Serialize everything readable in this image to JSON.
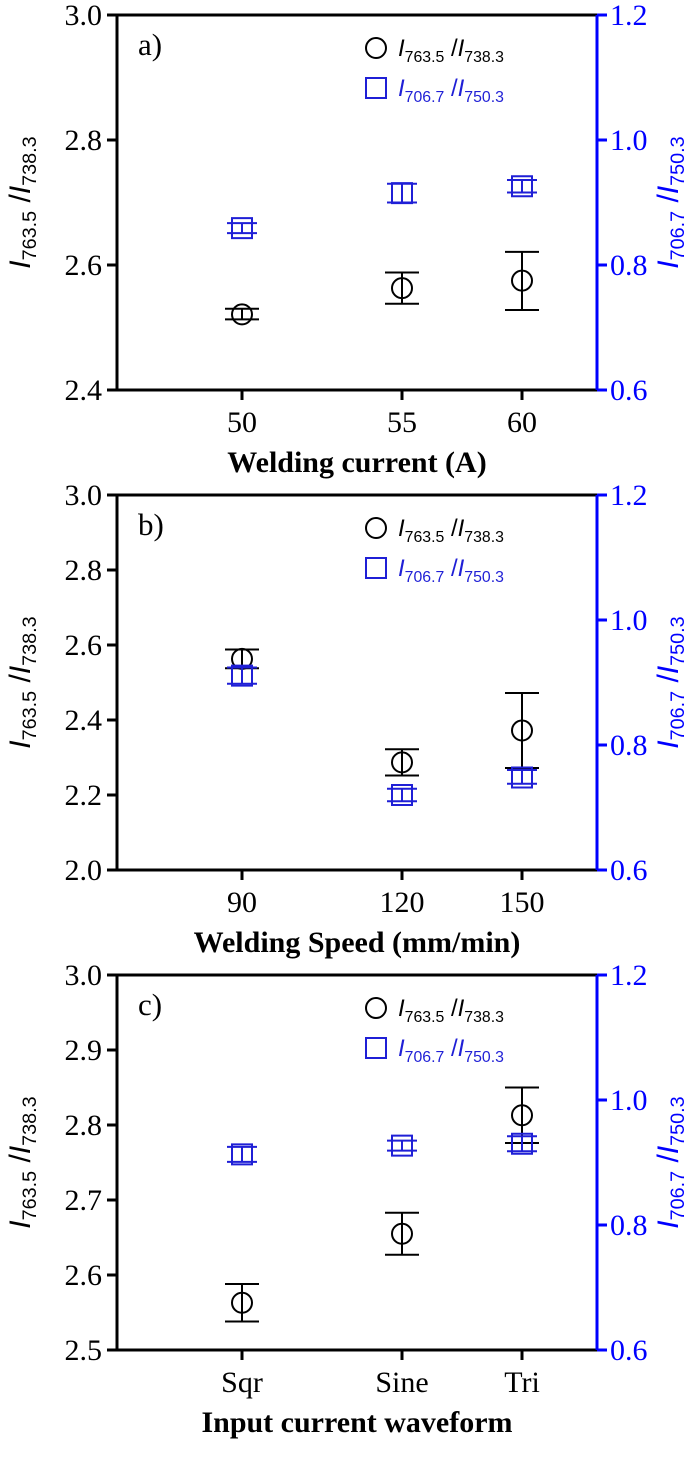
{
  "colors": {
    "left_series": "#000000",
    "right_series": "#1f1fd6",
    "right_axis": "#0000ff"
  },
  "chart_data": [
    {
      "type": "scatter",
      "panel_label": "a)",
      "xlabel": "Welding current (A)",
      "categories": [
        "50",
        "55",
        "60"
      ],
      "ylabel_left": {
        "main": "I",
        "sub1": "763.5",
        "sep": " /",
        "main2": "I",
        "sub2": "738.3"
      },
      "ylabel_right": {
        "main": "I",
        "sub1": "706.7",
        "sep": " /",
        "main2": "I",
        "sub2": "750.3"
      },
      "ylim_left": [
        2.4,
        3.0
      ],
      "yticks_left": [
        "2.4",
        "2.6",
        "2.8",
        "3.0"
      ],
      "ylim_right": [
        0.6,
        1.2
      ],
      "yticks_right": [
        "0.6",
        "0.8",
        "1.0",
        "1.2"
      ],
      "legend_position": "top-right",
      "series": [
        {
          "name": {
            "main": "I",
            "sub1": "763.5",
            "sep": " /",
            "main2": "I",
            "sub2": "738.3"
          },
          "axis": "left",
          "marker": "circle",
          "values": [
            2.521,
            2.563,
            2.575
          ],
          "err_low": [
            2.513,
            2.538,
            2.528
          ],
          "err_high": [
            2.53,
            2.588,
            2.621
          ]
        },
        {
          "name": {
            "main": "I",
            "sub1": "706.7",
            "sep": " /",
            "main2": "I",
            "sub2": "750.3"
          },
          "axis": "right",
          "marker": "square",
          "values": [
            0.859,
            0.915,
            0.926
          ],
          "err_low": [
            0.851,
            0.9,
            0.916
          ],
          "err_high": [
            0.867,
            0.93,
            0.936
          ]
        }
      ]
    },
    {
      "type": "scatter",
      "panel_label": "b)",
      "xlabel": "Welding Speed (mm/min)",
      "categories": [
        "90",
        "120",
        "150"
      ],
      "ylabel_left": {
        "main": "I",
        "sub1": "763.5",
        "sep": " /",
        "main2": "I",
        "sub2": "738.3"
      },
      "ylabel_right": {
        "main": "I",
        "sub1": "706.7",
        "sep": " /",
        "main2": "I",
        "sub2": "750.3"
      },
      "ylim_left": [
        2.0,
        3.0
      ],
      "yticks_left": [
        "2.0",
        "2.2",
        "2.4",
        "2.6",
        "2.8",
        "3.0"
      ],
      "ylim_right": [
        0.6,
        1.2
      ],
      "yticks_right": [
        "0.6",
        "0.8",
        "1.0",
        "1.2"
      ],
      "legend_position": "top-right",
      "series": [
        {
          "name": {
            "main": "I",
            "sub1": "763.5",
            "sep": " /",
            "main2": "I",
            "sub2": "738.3"
          },
          "axis": "left",
          "marker": "circle",
          "values": [
            2.563,
            2.287,
            2.372
          ],
          "err_low": [
            2.538,
            2.252,
            2.272
          ],
          "err_high": [
            2.588,
            2.322,
            2.472
          ]
        },
        {
          "name": {
            "main": "I",
            "sub1": "706.7",
            "sep": " /",
            "main2": "I",
            "sub2": "750.3"
          },
          "axis": "right",
          "marker": "square",
          "values": [
            0.911,
            0.72,
            0.748
          ],
          "err_low": [
            0.898,
            0.71,
            0.738
          ],
          "err_high": [
            0.924,
            0.73,
            0.76
          ]
        }
      ]
    },
    {
      "type": "scatter",
      "panel_label": "c)",
      "xlabel": "Input current waveform",
      "categories": [
        "Sqr",
        "Sine",
        "Tri"
      ],
      "ylabel_left": {
        "main": "I",
        "sub1": "763.5",
        "sep": " /",
        "main2": "I",
        "sub2": "738.3"
      },
      "ylabel_right": {
        "main": "I",
        "sub1": "706.7",
        "sep": " /",
        "main2": "I",
        "sub2": "750.3"
      },
      "ylim_left": [
        2.5,
        3.0
      ],
      "yticks_left": [
        "2.5",
        "2.6",
        "2.7",
        "2.8",
        "2.9",
        "3.0"
      ],
      "ylim_right": [
        0.6,
        1.2
      ],
      "yticks_right": [
        "0.6",
        "0.8",
        "1.0",
        "1.2"
      ],
      "legend_position": "top-right",
      "series": [
        {
          "name": {
            "main": "I",
            "sub1": "763.5",
            "sep": " /",
            "main2": "I",
            "sub2": "738.3"
          },
          "axis": "left",
          "marker": "circle",
          "values": [
            2.563,
            2.655,
            2.813
          ],
          "err_low": [
            2.538,
            2.627,
            2.776
          ],
          "err_high": [
            2.588,
            2.683,
            2.85
          ]
        },
        {
          "name": {
            "main": "I",
            "sub1": "706.7",
            "sep": " /",
            "main2": "I",
            "sub2": "750.3"
          },
          "axis": "right",
          "marker": "square",
          "values": [
            0.913,
            0.927,
            0.93
          ],
          "err_low": [
            0.901,
            0.919,
            0.918
          ],
          "err_high": [
            0.925,
            0.935,
            0.942
          ]
        }
      ]
    }
  ]
}
